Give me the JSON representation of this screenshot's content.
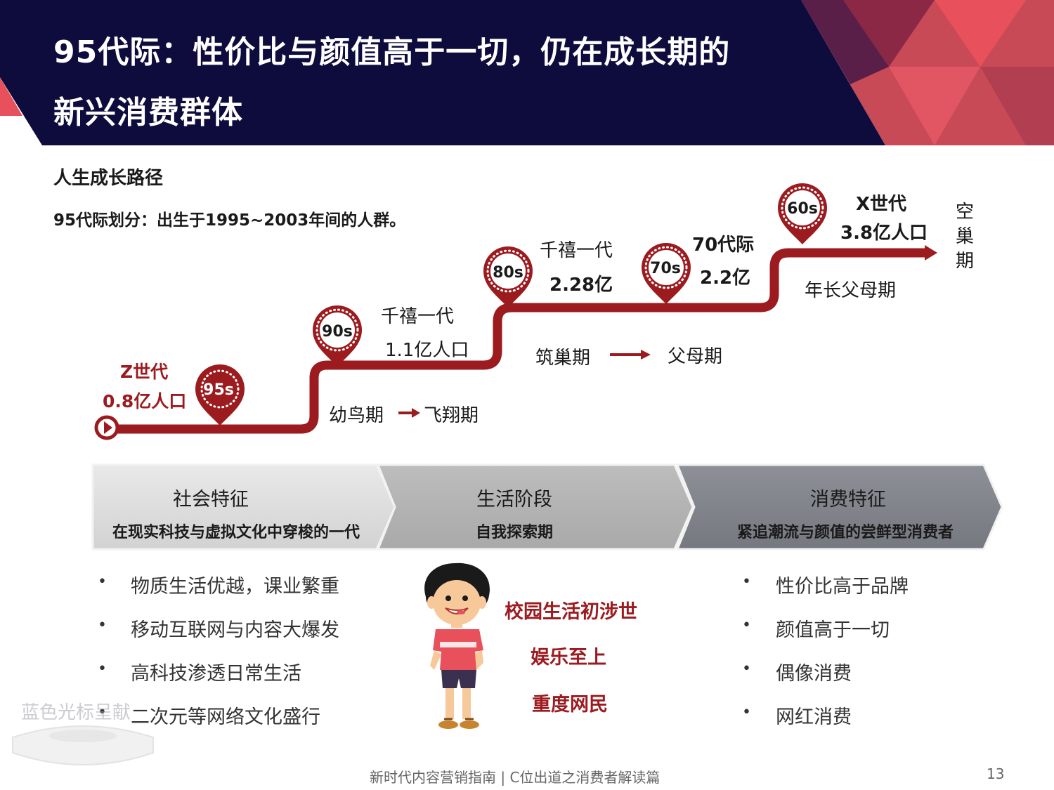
{
  "header": {
    "title_line1": "95代际：性价比与颜值高于一切，仍在成长期的",
    "title_line2": "新兴消费群体",
    "bg_color": "#0e0c3d",
    "accent_color": "#e8505b"
  },
  "intro": {
    "heading": "人生成长路径",
    "definition": "95代际划分：出生于1995~2003年间的人群。"
  },
  "timeline": {
    "pins": [
      {
        "label": "95s"
      },
      {
        "label": "90s"
      },
      {
        "label": "80s"
      },
      {
        "label": "70s"
      },
      {
        "label": "60s"
      }
    ],
    "z_gen": {
      "name": "Z世代",
      "pop": "0.8亿人口"
    },
    "gen90": {
      "name": "千禧一代",
      "pop": "1.1亿人口"
    },
    "gen80": {
      "name": "千禧一代",
      "pop": "2.28亿"
    },
    "gen70": {
      "name": "70代际",
      "pop": "2.2亿"
    },
    "gen60": {
      "name": "X世代",
      "pop": "3.8亿人口"
    },
    "stage_young": "幼鸟期",
    "stage_fly": "飞翔期",
    "stage_nest": "筑巢期",
    "stage_parent": "父母期",
    "stage_old_parent": "年长父母期",
    "stage_empty": "空巢期"
  },
  "banners": [
    {
      "title": "社会特征",
      "subtitle": "在现实科技与虚拟文化中穿梭的一代"
    },
    {
      "title": "生活阶段",
      "subtitle": "自我探索期"
    },
    {
      "title": "消费特征",
      "subtitle": "紧追潮流与颜值的尝鲜型消费者"
    }
  ],
  "social_bullets": [
    "物质生活优越，课业繁重",
    "移动互联网与内容大爆发",
    "高科技渗透日常生活",
    "二次元等网络文化盛行"
  ],
  "life_items": [
    "校园生活初涉世",
    "娱乐至上",
    "重度网民"
  ],
  "consumer_bullets": [
    "性价比高于品牌",
    "颜值高于一切",
    "偶像消费",
    "网红消费"
  ],
  "watermark": "蓝色光标呈献",
  "footer": {
    "text": "新时代内容营销指南 | C位出道之消费者解读篇",
    "page": "13"
  }
}
